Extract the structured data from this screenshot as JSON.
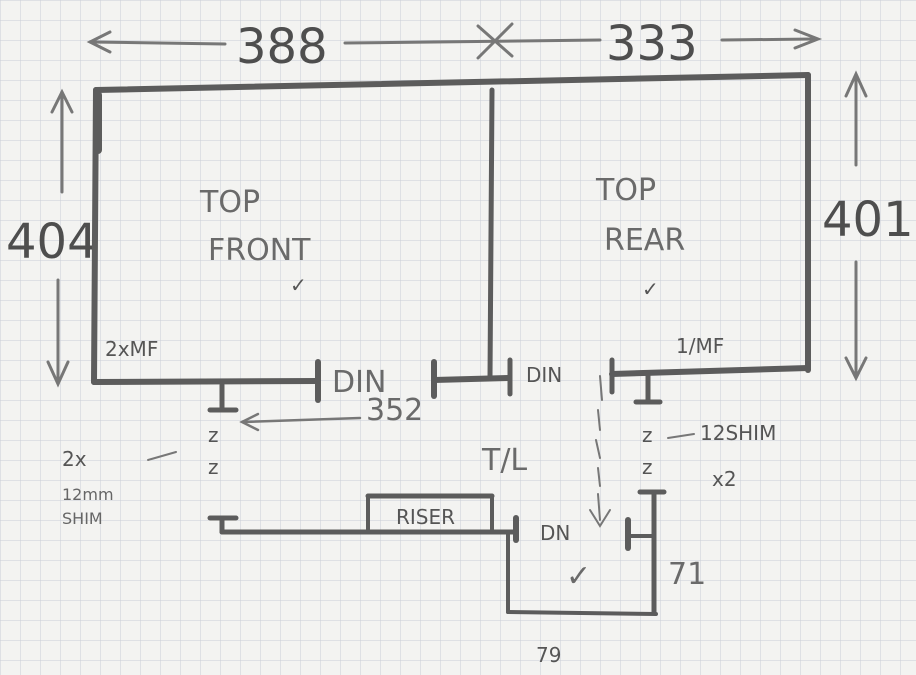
{
  "dimensions": {
    "width_left": "388",
    "width_right": "333",
    "height_left": "404",
    "height_right": "401"
  },
  "panels": {
    "top_front": {
      "line1": "TOP",
      "line2": "FRONT",
      "tick": "✓",
      "corner_note": "2xMF"
    },
    "top_rear": {
      "line1": "TOP",
      "line2": "REAR",
      "tick": "✓",
      "corner_note": "1/MF"
    }
  },
  "joints": {
    "din_left": "DIN",
    "din_right": "DIN",
    "measure_352": "352",
    "tl_note": "T/L",
    "dn_label": "DN"
  },
  "shims": {
    "left_note_line1": "2x",
    "left_note_line2": "12mm",
    "left_note_line3": "SHIM",
    "left_z1": "z",
    "left_z2": "z",
    "right_z1": "z",
    "right_z2": "z",
    "right_note_line1": "12SHIM",
    "right_note_line2": "x2"
  },
  "lower_box": {
    "riser_label": "RISER",
    "tick": "✓",
    "height_label": "71",
    "width_label": "79"
  },
  "colors": {
    "paper": "#f3f3f1",
    "grid": "#c9ced6",
    "pencil": "#5c5c5c"
  }
}
